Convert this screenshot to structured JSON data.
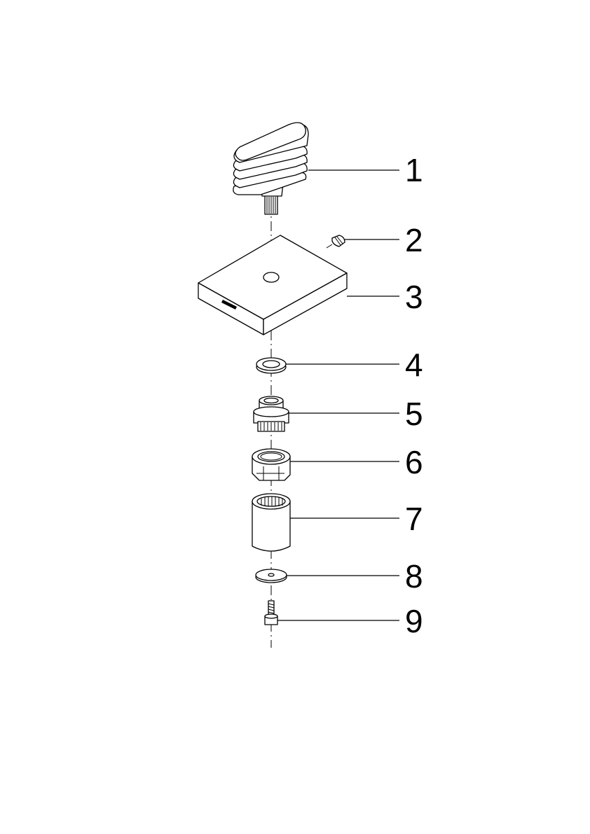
{
  "parts": [
    {
      "number": "1",
      "name": "lever-handle"
    },
    {
      "number": "2",
      "name": "set-screw"
    },
    {
      "number": "3",
      "name": "cover-plate"
    },
    {
      "number": "4",
      "name": "washer-ring"
    },
    {
      "number": "5",
      "name": "adapter-fitting"
    },
    {
      "number": "6",
      "name": "union-nut"
    },
    {
      "number": "7",
      "name": "extension-sleeve"
    },
    {
      "number": "8",
      "name": "flat-washer"
    },
    {
      "number": "9",
      "name": "screw"
    }
  ]
}
